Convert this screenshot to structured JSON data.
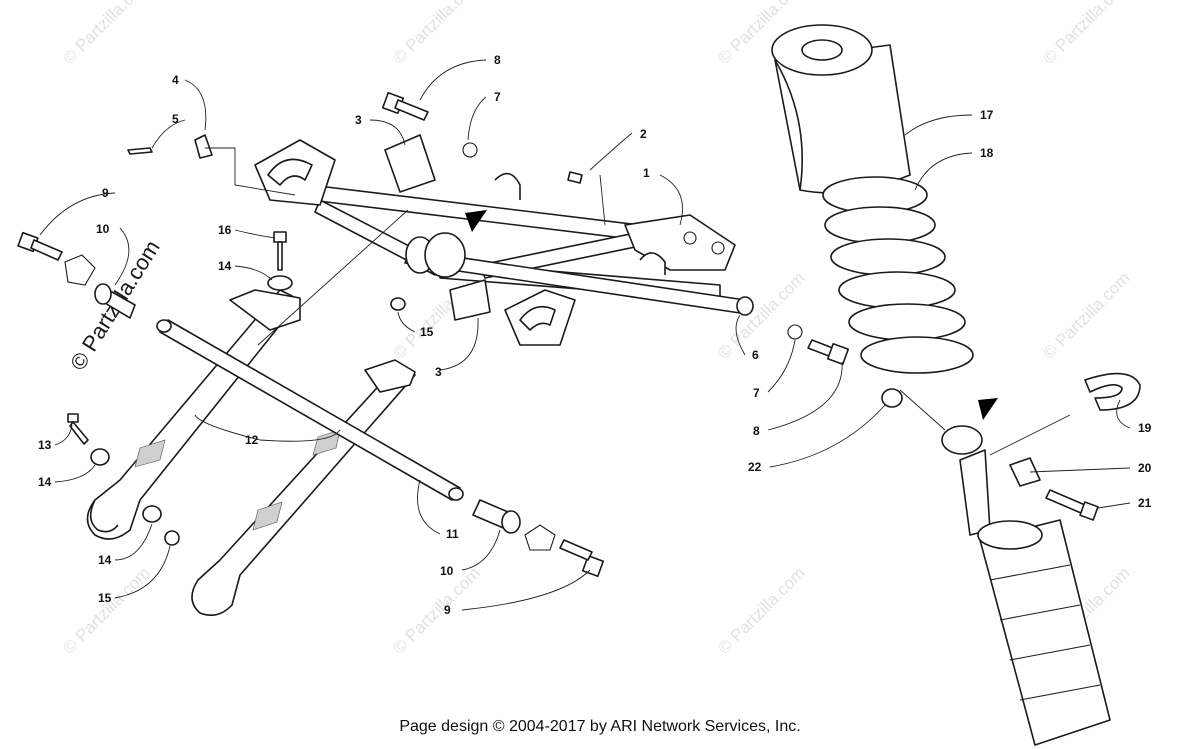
{
  "watermark": "© Partzilla.com",
  "footer": "Page design © 2004-2017 by ARI Network Services, Inc.",
  "callouts": [
    "1",
    "2",
    "3",
    "3",
    "4",
    "5",
    "6",
    "7",
    "7",
    "8",
    "8",
    "9",
    "9",
    "10",
    "10",
    "11",
    "12",
    "13",
    "14",
    "14",
    "14",
    "15",
    "15",
    "16",
    "17",
    "18",
    "19",
    "20",
    "21",
    "22"
  ]
}
